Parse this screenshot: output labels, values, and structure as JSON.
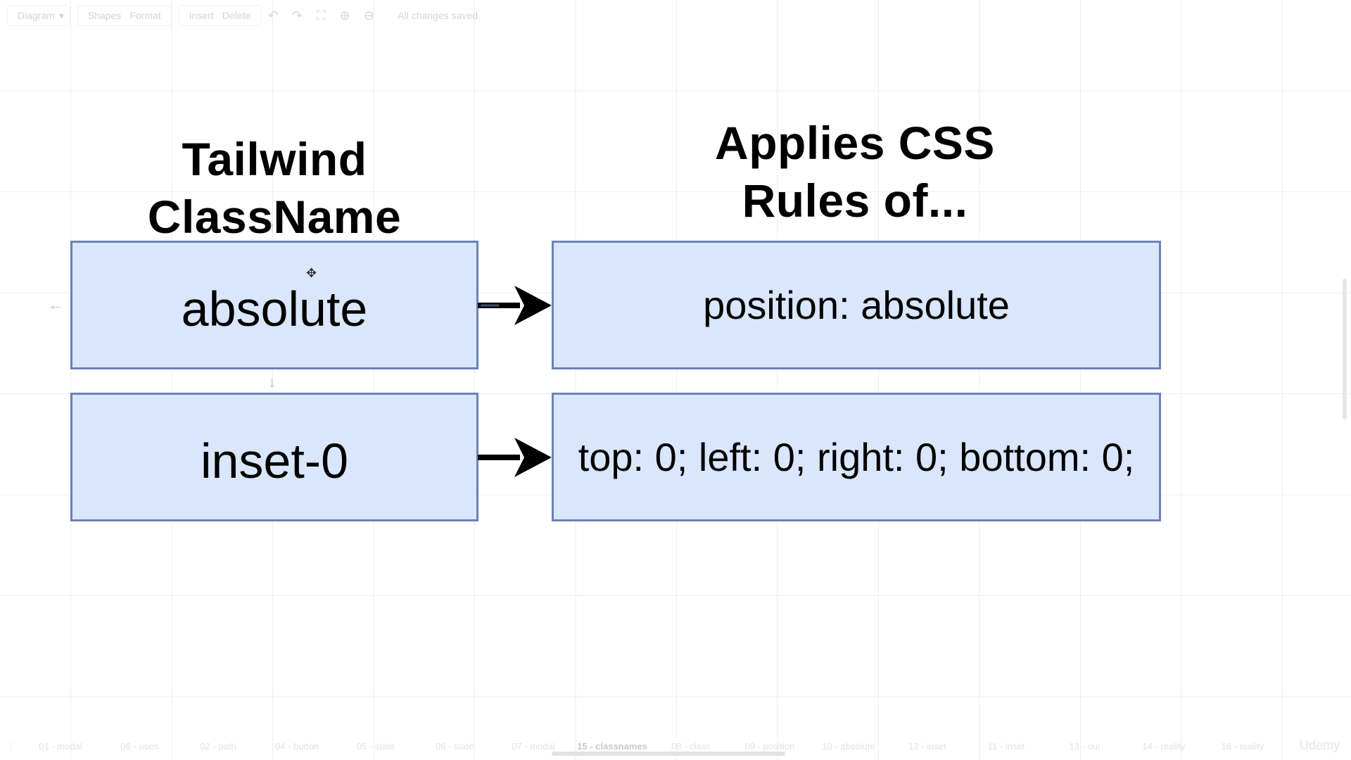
{
  "toolbar": {
    "diagram_label": "Diagram",
    "shapes_label": "Shapes",
    "format_label": "Format",
    "insert_label": "Insert",
    "delete_label": "Delete",
    "status": "All changes saved"
  },
  "headings": {
    "left": [
      "Tailwind",
      "ClassName"
    ],
    "right": [
      "Applies CSS",
      "Rules of..."
    ]
  },
  "rows": [
    {
      "classname": "absolute",
      "css": "position: absolute"
    },
    {
      "classname": "inset-0",
      "css": "top: 0; left: 0; right: 0; bottom: 0;"
    }
  ],
  "page_tabs": [
    "01 - modal",
    "06 - uses",
    "02 - path",
    "04 - button",
    "05 - state",
    "06 - state",
    "07 - modal",
    "15 - classnames",
    "08 - class",
    "09 - position",
    "10 - absolute",
    "12 - inset",
    "11 - inset",
    "13 - our",
    "14 - reality",
    "16 - reality"
  ],
  "active_tab": "15 - classnames",
  "watermark": "Udemy",
  "colors": {
    "box_fill": "#dae6fb",
    "box_border": "#6b82b5",
    "grid": "#eeeeee"
  }
}
